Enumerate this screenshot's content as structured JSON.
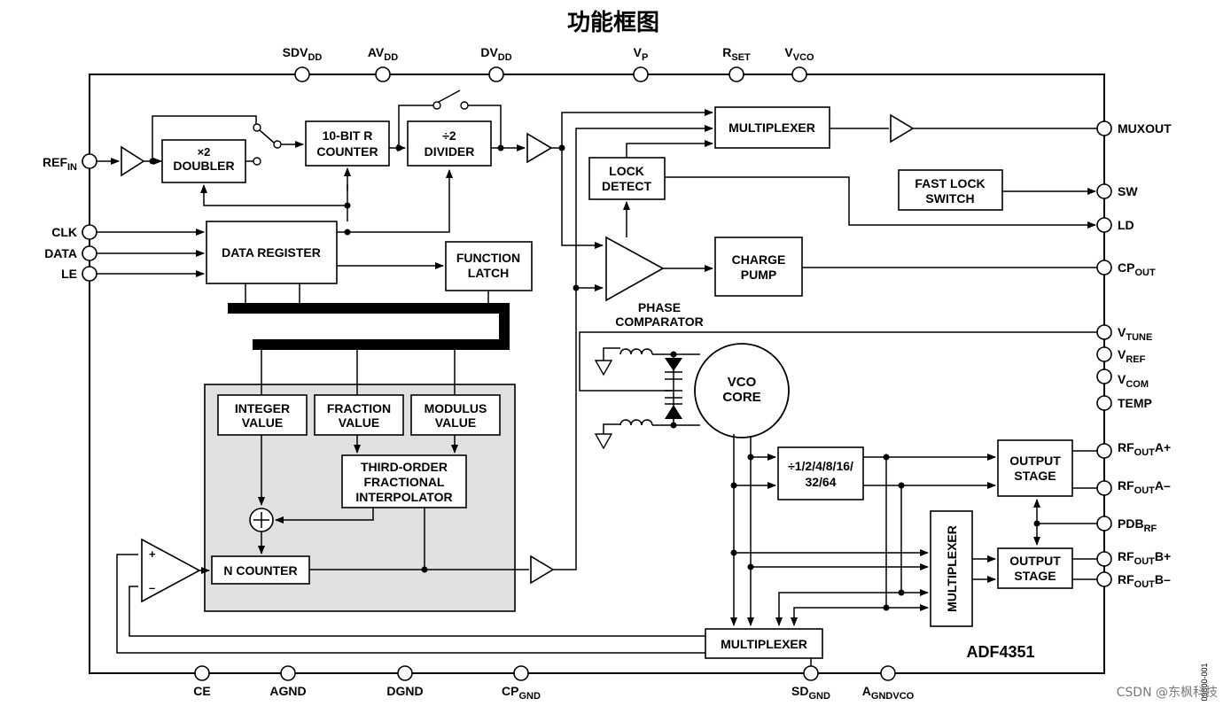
{
  "title": "功能框图",
  "chip_name": "ADF4351",
  "figure_code": "09800-001",
  "watermark": "CSDN @东枫科技",
  "top_pins": [
    {
      "main": "SDV",
      "sub": "DD"
    },
    {
      "main": "AV",
      "sub": "DD"
    },
    {
      "main": "DV",
      "sub": "DD"
    },
    {
      "main": "V",
      "sub": "P"
    },
    {
      "main": "R",
      "sub": "SET"
    },
    {
      "main": "V",
      "sub": "VCO"
    }
  ],
  "left_pins": [
    {
      "main": "REF",
      "sub": "IN"
    },
    {
      "main": "CLK",
      "sub": ""
    },
    {
      "main": "DATA",
      "sub": ""
    },
    {
      "main": "LE",
      "sub": ""
    }
  ],
  "right_pins": [
    {
      "main": "MUXOUT",
      "sub": "",
      "post": ""
    },
    {
      "main": "SW",
      "sub": "",
      "post": ""
    },
    {
      "main": "LD",
      "sub": "",
      "post": ""
    },
    {
      "main": "CP",
      "sub": "OUT",
      "post": ""
    },
    {
      "main": "V",
      "sub": "TUNE",
      "post": ""
    },
    {
      "main": "V",
      "sub": "REF",
      "post": ""
    },
    {
      "main": "V",
      "sub": "COM",
      "post": ""
    },
    {
      "main": "TEMP",
      "sub": "",
      "post": ""
    },
    {
      "main": "RF",
      "sub": "OUT",
      "post": "A+"
    },
    {
      "main": "RF",
      "sub": "OUT",
      "post": "A–"
    },
    {
      "main": "PDB",
      "sub": "RF",
      "post": ""
    },
    {
      "main": "RF",
      "sub": "OUT",
      "post": "B+"
    },
    {
      "main": "RF",
      "sub": "OUT",
      "post": "B–"
    }
  ],
  "bottom_pins": [
    {
      "main": "CE",
      "sub": ""
    },
    {
      "main": "AGND",
      "sub": ""
    },
    {
      "main": "DGND",
      "sub": ""
    },
    {
      "main": "CP",
      "sub": "GND"
    },
    {
      "main": "SD",
      "sub": "GND"
    },
    {
      "main": "A",
      "sub": "GNDVCO"
    }
  ],
  "blocks": {
    "doubler": [
      "×2",
      "DOUBLER"
    ],
    "r_counter": [
      "10-BIT R",
      "COUNTER"
    ],
    "divider": [
      "÷2",
      "DIVIDER"
    ],
    "multiplexer_top": "MULTIPLEXER",
    "lock_detect": [
      "LOCK",
      "DETECT"
    ],
    "fast_lock": [
      "FAST LOCK",
      "SWITCH"
    ],
    "data_register": "DATA REGISTER",
    "function_latch": [
      "FUNCTION",
      "LATCH"
    ],
    "charge_pump": [
      "CHARGE",
      "PUMP"
    ],
    "phase_comparator": [
      "PHASE",
      "COMPARATOR"
    ],
    "vco_core": [
      "VCO",
      "CORE"
    ],
    "integer_value": [
      "INTEGER",
      "VALUE"
    ],
    "fraction_value": [
      "FRACTION",
      "VALUE"
    ],
    "modulus_value": [
      "MODULUS",
      "VALUE"
    ],
    "interpolator": [
      "THIRD-ORDER",
      "FRACTIONAL",
      "INTERPOLATOR"
    ],
    "n_counter": "N COUNTER",
    "rf_divider": [
      "÷1/2/4/8/16/",
      "32/64"
    ],
    "output_stage_a": [
      "OUTPUT",
      "STAGE"
    ],
    "output_stage_b": [
      "OUTPUT",
      "STAGE"
    ],
    "multiplexer_vertical": "MULTIPLEXER",
    "multiplexer_bottom": "MULTIPLEXER",
    "opamp_plus": "+",
    "opamp_minus": "–"
  }
}
